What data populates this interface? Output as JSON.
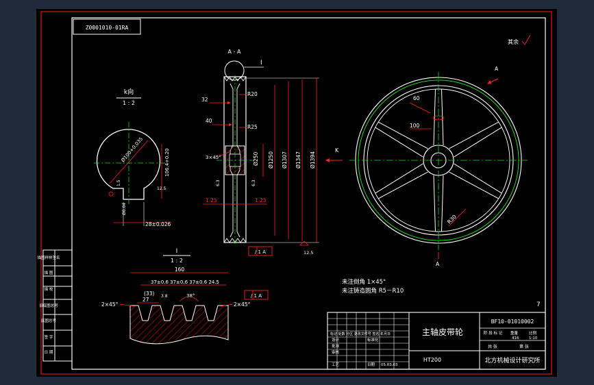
{
  "colors": {
    "background": "#1f2a3a",
    "paper": "#000000",
    "frame_red": "#c81414",
    "line_white": "#ffffff",
    "center_green": "#1ed81e",
    "dim_red": "#ff2020",
    "hatch_red": "#c81414"
  },
  "drawing": {
    "code_stamp": "Z0001010-01RA",
    "section_label": "A - A",
    "detail_marker": "I",
    "kview_label": "k向",
    "kview_scale": "1 : 2",
    "detail_label": "I",
    "detail_scale": "1 : 2",
    "k_arrow": "K",
    "a_top": "A",
    "a_bottom": "A",
    "others_note": "其余",
    "sheet_number": "7"
  },
  "kview_dims": {
    "bore": "Ø100+0.035",
    "height": "106.4+0.20",
    "width": "28±0.026",
    "key": "Ø0.04",
    "r_small": "12.5",
    "r_tol": "1.5"
  },
  "section_dims": {
    "r20": "R20",
    "r25": "R25",
    "d32": "32",
    "d40": "40",
    "chamfer": "3×45°",
    "d250": "Ø250",
    "d1250": "Ø1250",
    "d1307": "Ø1307",
    "d1347": "Ø1347",
    "d1394": "Ø1394",
    "tol_left": "1.25",
    "tol_right": "1.25",
    "small_left": "6.3",
    "small_right": "6.3",
    "runout": "/ 1 A",
    "rough_bottom": "12.5"
  },
  "front_dims": {
    "d60": "60",
    "d100": "100",
    "r30": "R30"
  },
  "detail_dims": {
    "total": "160",
    "pitch_row": "37±0.6 37±0.6 37±0.6 24.5",
    "d27": "27",
    "d33": "(33)",
    "d38": "38°",
    "d38b": "3.8",
    "chamfer_left": "2×45°",
    "chamfer_right": "2×45°",
    "runout": "/ 1 A"
  },
  "notes": {
    "line1": "未注倒角 1×45°",
    "line2": "未注铸造圆角 R5－R10"
  },
  "title_block": {
    "part_name": "主轴皮带轮",
    "drawing_no": "BF10-01010002",
    "material": "HT200",
    "company": "北方机械设计研究所",
    "scale_hdr": "标记",
    "weight_hdr": "重量",
    "ratio_hdr": "比例",
    "weight_val": "416",
    "ratio_val": "1:10",
    "sheet_total": "共 张",
    "sheet_this": "第 张",
    "rev_row": "标记 处数 分区 更改文件号 签名 年月日",
    "design": "设计",
    "std": "标准化",
    "check": "审核",
    "process": "工艺",
    "approve": "批准",
    "date_lbl": "日期",
    "date_val": "05.03.03",
    "stage": "阶 段 标 记"
  },
  "left_stamps": [
    "描图样样签名",
    "描 图",
    "描 校",
    "旧底图总号",
    "底图总号",
    "签 字",
    "日 期"
  ]
}
